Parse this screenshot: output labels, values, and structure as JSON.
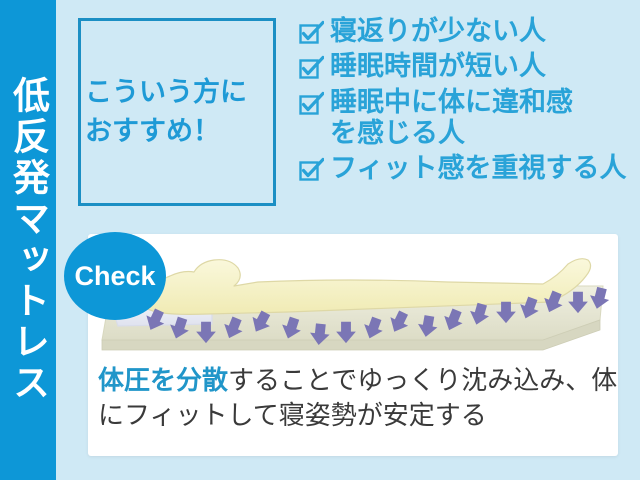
{
  "sidebar": {
    "title": "低反発マットレス"
  },
  "recommend_box": {
    "text": "こういう方に\nおすすめ！"
  },
  "checklist": {
    "icon": "checkbox-checked-icon",
    "items": [
      {
        "label": "寝返りが少ない人"
      },
      {
        "label": "睡眠時間が短い人"
      },
      {
        "label": "睡眠中に体に違和感\nを感じる人"
      },
      {
        "label": "フィット感を重視する人"
      }
    ]
  },
  "check_badge": {
    "label": "Check"
  },
  "illustration": {
    "alt": "低反発マットレスに仰向けで寝ている人と、下向きの圧力分散の矢印",
    "mattress_color": "#e6e6d2",
    "body_color": "#f6f2c4",
    "pillow_color": "#eef0f8",
    "arrow_color": "#7b76b5",
    "arrow_count": 18
  },
  "caption": {
    "highlight": "体圧を分散",
    "rest": "することでゆっくり沈み込み、体にフィットして寝姿勢が安定する"
  },
  "colors": {
    "background": "#cfe9f5",
    "sidebar": "#0d97d7",
    "accent_text": "#29a3d8",
    "box_border": "#1b8fc4",
    "caption_text": "#3a3a3a",
    "card": "#ffffff"
  }
}
